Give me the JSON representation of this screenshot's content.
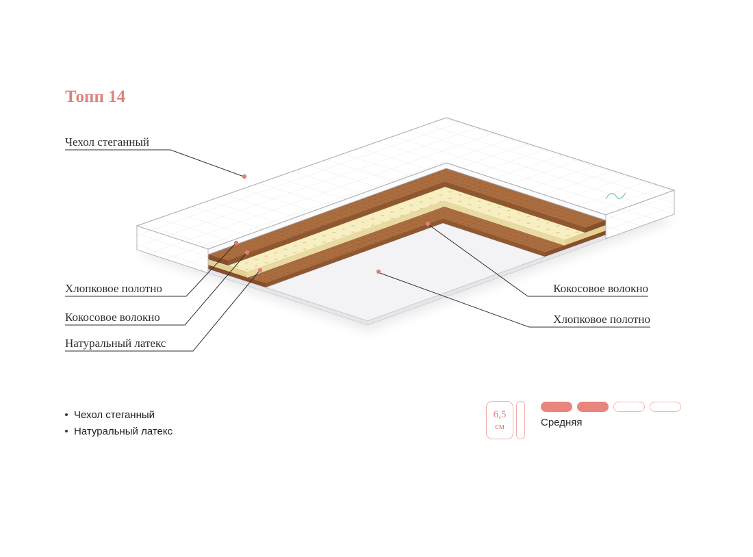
{
  "title": {
    "text": "Топп 14",
    "color": "#df8279"
  },
  "diagram": {
    "labels": [
      {
        "id": "cover",
        "text": "Чехол стеганный"
      },
      {
        "id": "cotton-left",
        "text": "Хлопковое полотно"
      },
      {
        "id": "coco-left",
        "text": "Кокосовое волокно"
      },
      {
        "id": "latex-left",
        "text": "Натуральный латекс"
      },
      {
        "id": "coco-right",
        "text": "Кокосовое волокно"
      },
      {
        "id": "cotton-right",
        "text": "Хлопковое полотно"
      }
    ],
    "layer_colors": {
      "cover": "#ffffff",
      "coconut": "#a96c3e",
      "latex": "#f7efc2",
      "bottom_fabric": "#f3f3f5",
      "accent_dot": "#dd8078"
    }
  },
  "features": {
    "items": [
      "Чехол стеганный",
      "Натуральный латекс"
    ]
  },
  "specs": {
    "height": {
      "value": "6,5",
      "unit": "см"
    },
    "firmness": {
      "label": "Средняя",
      "level": 2,
      "max": 4
    }
  }
}
